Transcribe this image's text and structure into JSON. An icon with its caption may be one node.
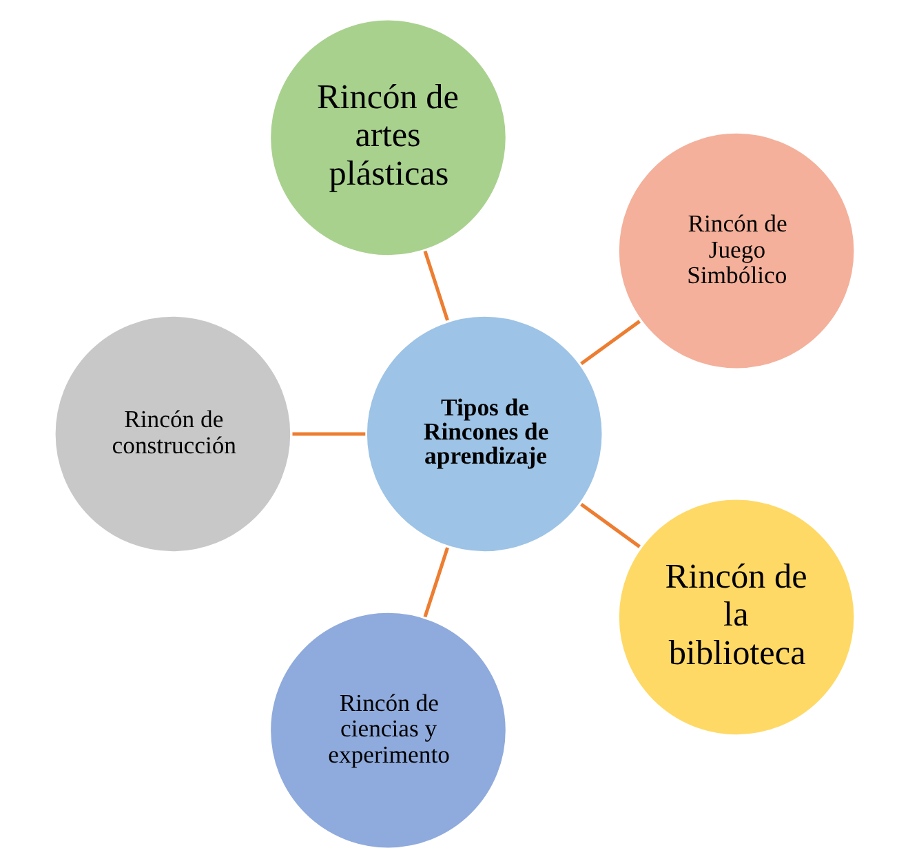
{
  "diagram": {
    "nodes": [
      {
        "text": [
          "Rincón de Juego Simbólico"
        ]
      },
      {
        "text": [
          "Rincón de artes plásticas"
        ]
      },
      {
        "text": [
          "Rincón de construcción"
        ]
      },
      {
        "text": [
          "Tipos de Rincones de aprendizaje"
        ]
      },
      {
        "text": [
          "Rincón de ciencias y experimento"
        ]
      },
      {
        "text": [
          "Rincón de la biblioteca"
        ]
      }
    ],
    "edges": [
      {
        "from": 3,
        "to": 0,
        "arrow": "none"
      },
      {
        "from": 3,
        "to": 1,
        "arrow": "none"
      },
      {
        "from": 3,
        "to": 2,
        "arrow": "none"
      },
      {
        "from": 3,
        "to": 4,
        "arrow": "none"
      },
      {
        "from": 3,
        "to": 5,
        "arrow": "none"
      }
    ]
  }
}
